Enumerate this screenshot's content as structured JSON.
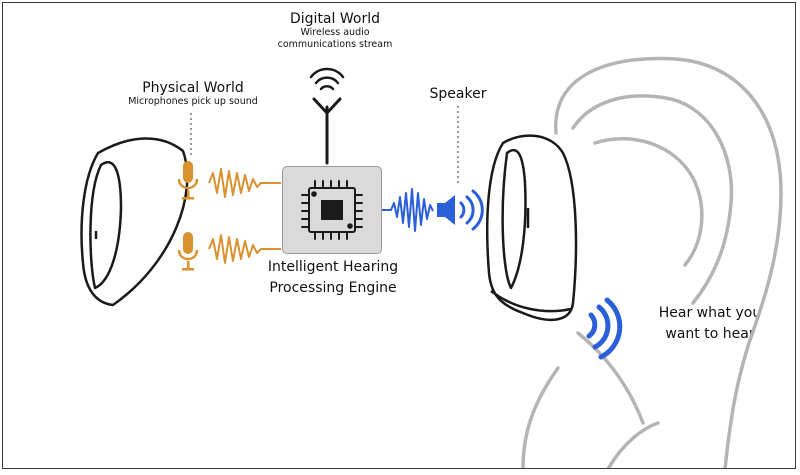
{
  "digital_world": {
    "title": "Digital World",
    "subtitle_line1": "Wireless audio",
    "subtitle_line2": "communications stream"
  },
  "physical_world": {
    "title": "Physical World",
    "subtitle": "Microphones pick up sound"
  },
  "speaker": {
    "title": "Speaker"
  },
  "engine": {
    "line1": "Intelligent Hearing",
    "line2": "Processing Engine"
  },
  "hear": {
    "line1": "Hear what you",
    "line2": "want to hear"
  },
  "colors": {
    "mic": "#d9922f",
    "sound_blue": "#2b5fd8",
    "outline": "#1a1a1a",
    "ear": "#b4b4b4",
    "chip_box": "#dadada"
  }
}
